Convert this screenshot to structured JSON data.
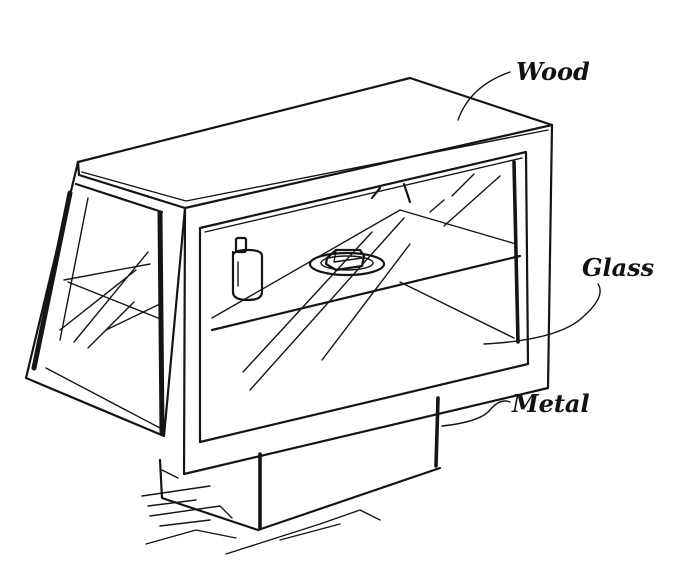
{
  "labels": {
    "wood": "Wood",
    "glass": "Glass",
    "metal": "Metal"
  },
  "colors": {
    "ink": "#151515",
    "paper": "#ffffff"
  }
}
